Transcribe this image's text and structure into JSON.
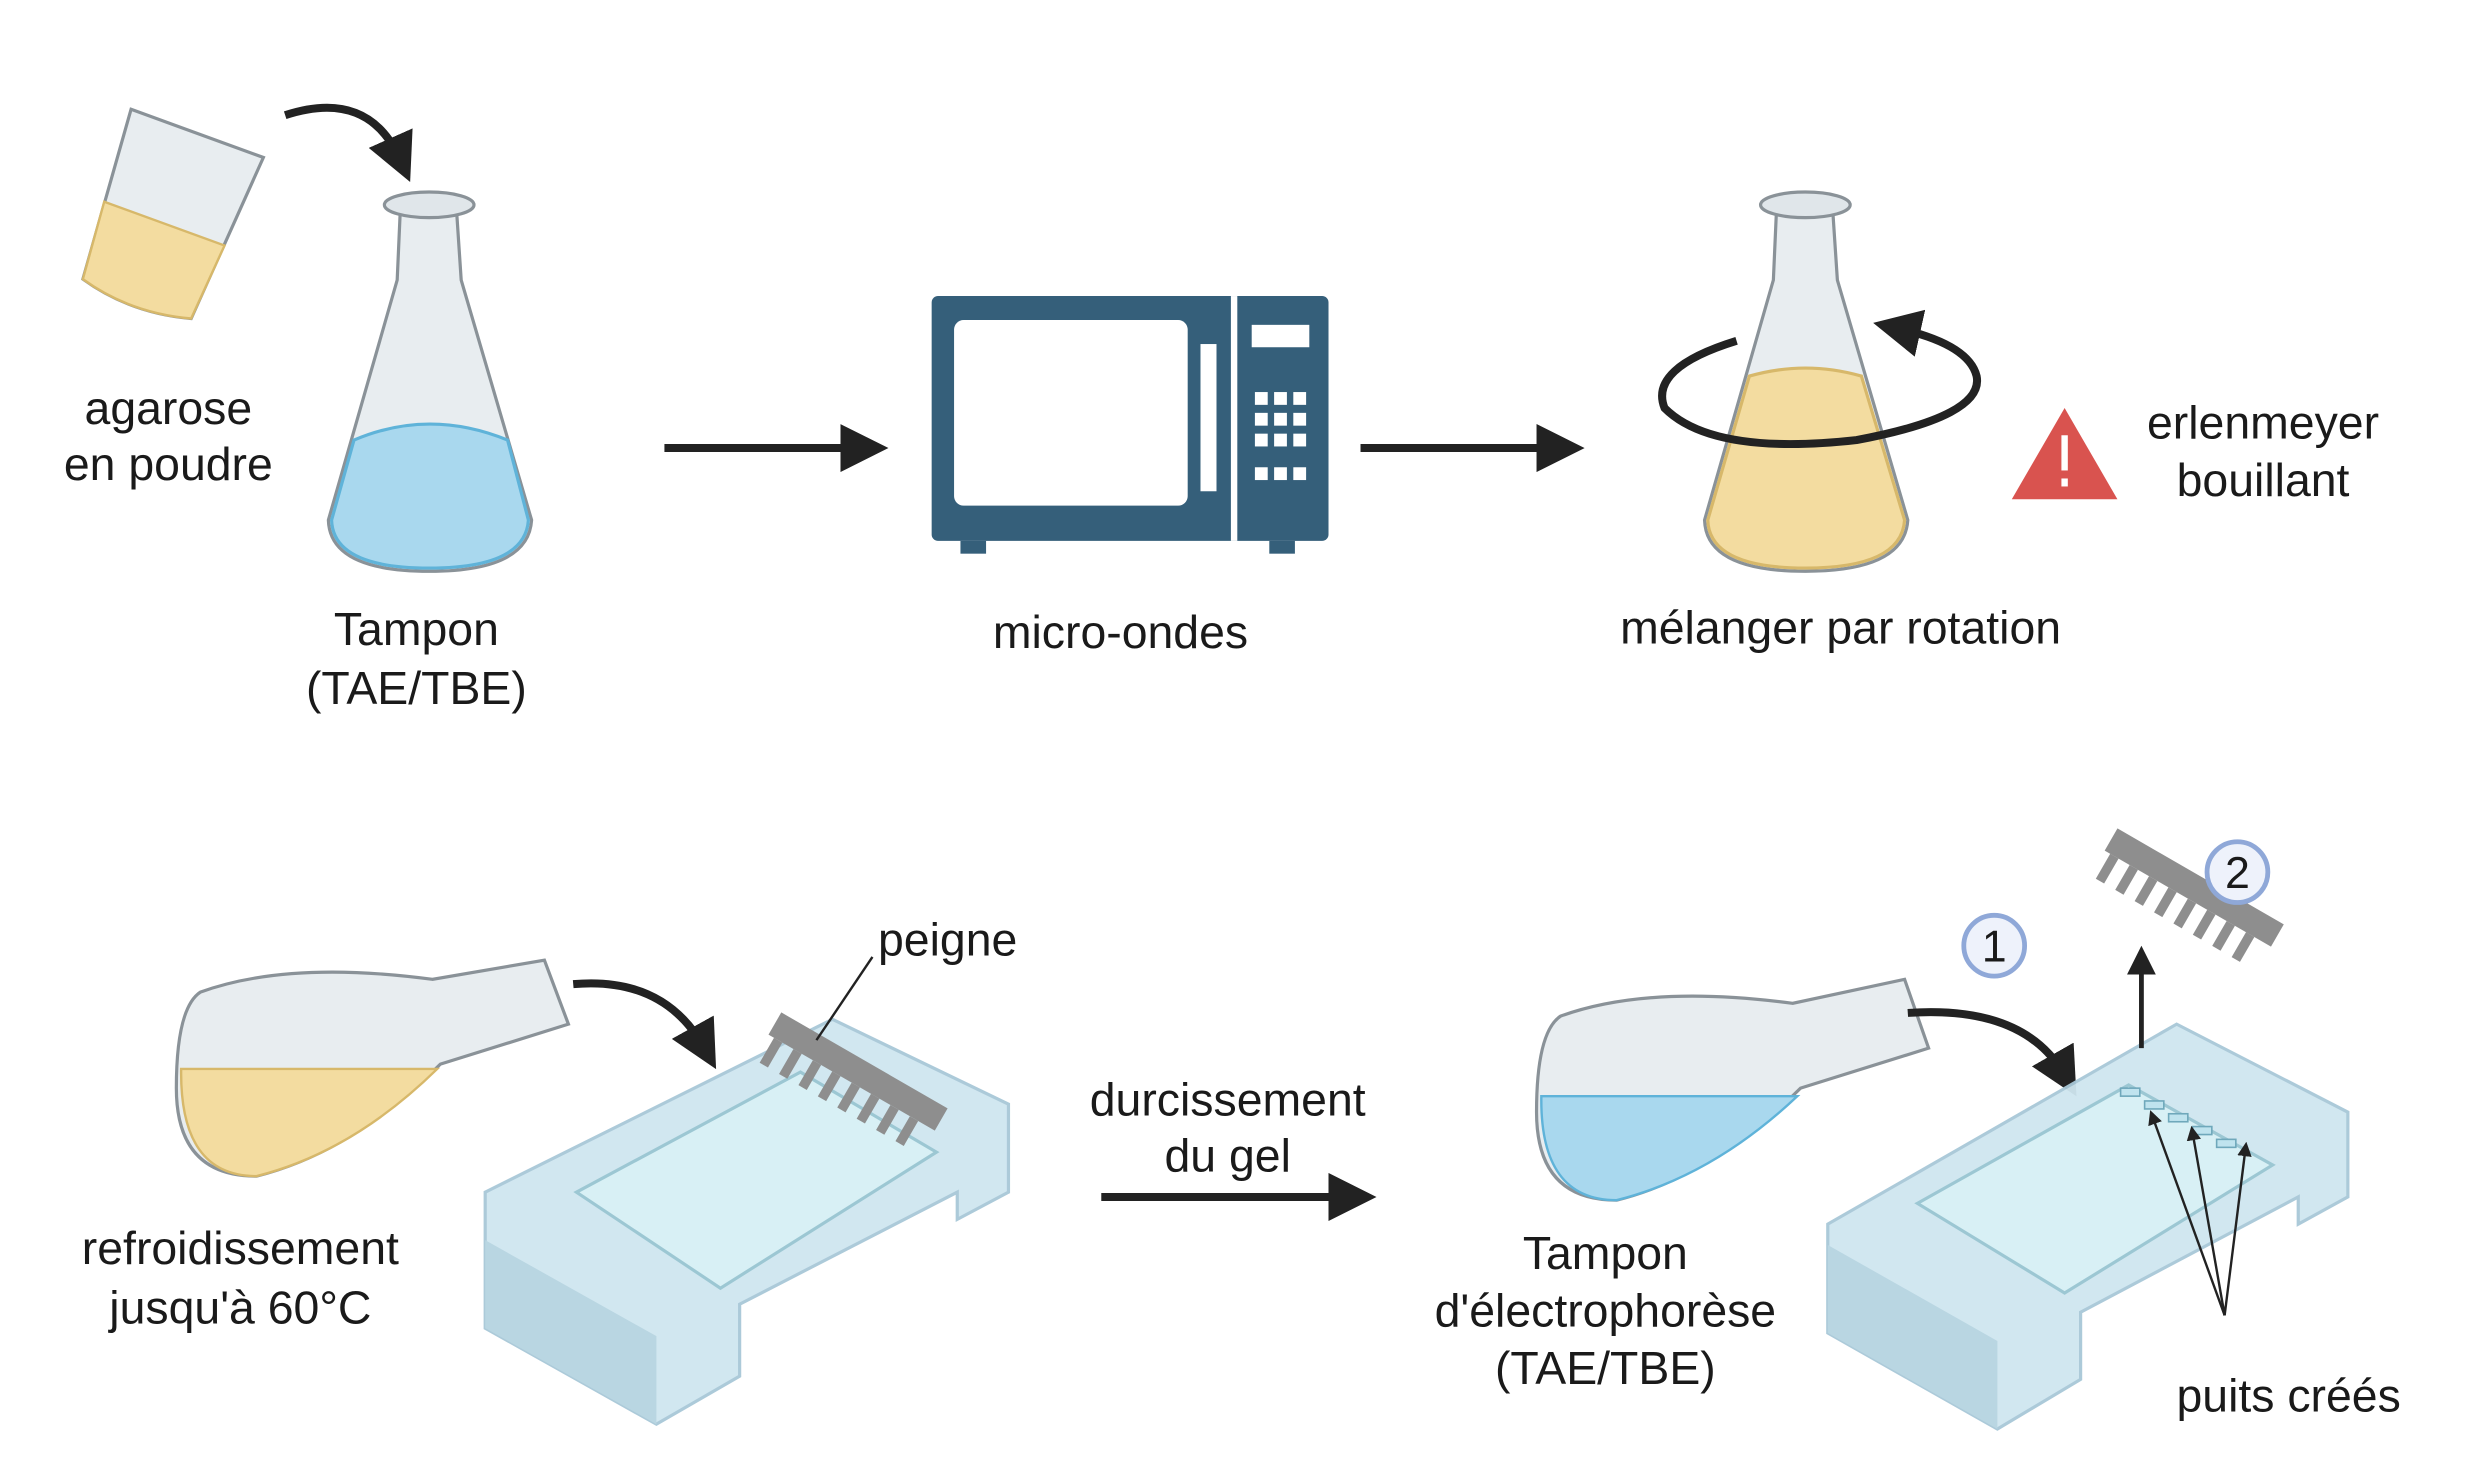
{
  "labels": {
    "agarose_line1": "agarose",
    "agarose_line2": "en poudre",
    "buffer_line1": "Tampon",
    "buffer_line2": "(TAE/TBE)",
    "microwave": "micro-ondes",
    "swirl": "mélanger par rotation",
    "warning_line1": "erlenmeyer",
    "warning_line2": "bouillant",
    "cool_line1": "refroidissement",
    "cool_line2": "jusqu'à 60°C",
    "comb": "peigne",
    "harden_line1": "durcissement",
    "harden_line2": "du gel",
    "run_buffer_line1": "Tampon",
    "run_buffer_line2": "d'électrophorèse",
    "run_buffer_line3": "(TAE/TBE)",
    "wells": "puits créés",
    "step1": "1",
    "step2": "2"
  },
  "icons": [
    "beaker-icon",
    "erlenmeyer-flask-icon",
    "microwave-icon",
    "rotation-arrow-icon",
    "warning-icon",
    "gel-tray-icon",
    "comb-icon"
  ],
  "colors": {
    "blue_buffer": "#a9d8ee",
    "yellow_agarose": "#f3dca0",
    "microwave": "#355f7a",
    "warning": "#d9534f",
    "tray": "#cfe6f0",
    "comb": "#8e8e8e",
    "badge_stroke": "#8fa8d8"
  }
}
